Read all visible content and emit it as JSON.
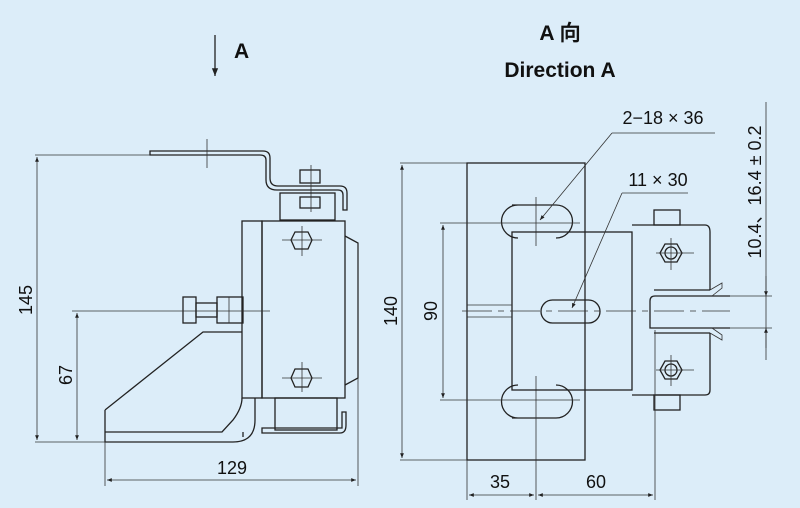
{
  "side_view": {
    "view_arrow_label": "A",
    "dims": {
      "height_total": "145",
      "height_bolt": "67",
      "width_total": "129"
    }
  },
  "direction_view": {
    "title_cn": "A 向",
    "title_en": "Direction A",
    "dims": {
      "plate_height": "140",
      "slot_pitch": "90",
      "offset_left": "35",
      "offset_right": "60",
      "slot_big": "2−18 × 36",
      "slot_small": "11 × 30",
      "gap": "10.4、16.4 ± 0.2"
    }
  },
  "colors": {
    "background": "#dcedf9",
    "line": "#222222"
  }
}
